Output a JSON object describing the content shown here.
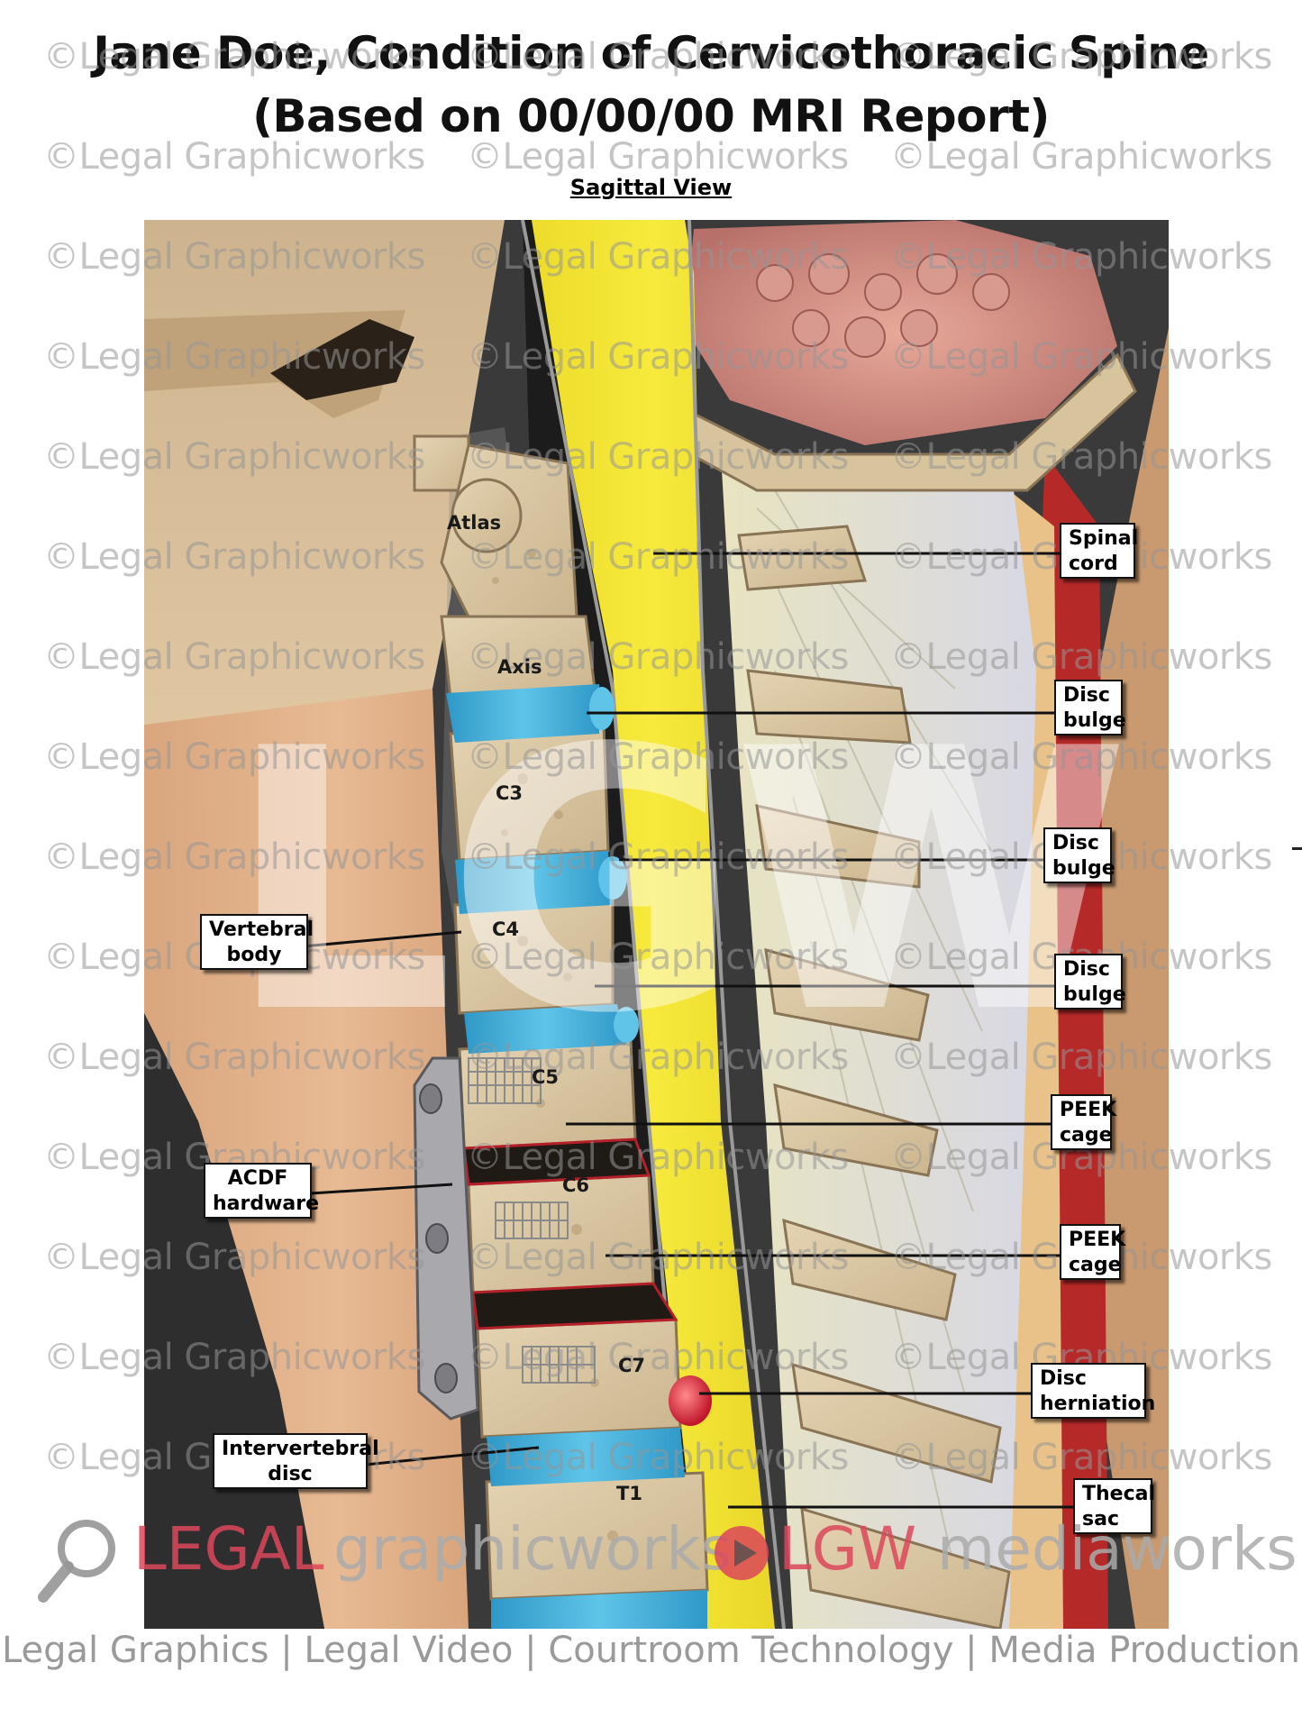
{
  "title_line1": "Jane Doe, Condition of Cervicothoracic Spine",
  "title_line2": "(Based on 00/00/00 MRI Report)",
  "subtitle": "Sagittal View",
  "watermark": "©Legal Graphicworks",
  "center_mark": "LGW",
  "vertebra_labels": {
    "atlas": "Atlas",
    "axis": "Axis",
    "c3": "C3",
    "c4": "C4",
    "c5": "C5",
    "c6": "C6",
    "c7": "C7",
    "t1": "T1"
  },
  "callouts": {
    "spinal_cord": [
      "Spinal",
      "cord"
    ],
    "disc_bulge_1": [
      "Disc",
      "bulge"
    ],
    "disc_bulge_2": [
      "Disc",
      "bulge"
    ],
    "disc_bulge_3": [
      "Disc",
      "bulge"
    ],
    "peek_cage_1": [
      "PEEK",
      "cage"
    ],
    "peek_cage_2": [
      "PEEK",
      "cage"
    ],
    "disc_herniation": [
      "Disc",
      "herniation"
    ],
    "thecal_sac": [
      "Thecal",
      "sac"
    ],
    "vertebral_body": [
      "Vertebral",
      "body"
    ],
    "acdf_hardware": [
      "ACDF",
      "hardware"
    ],
    "intervertebral_disc": [
      "Intervertebral",
      "disc"
    ]
  },
  "branding": {
    "legal": "LEGAL",
    "graphicworks": "graphicworks",
    "lgw": "LGW",
    "mediaworks": "mediaworks"
  },
  "footer": "Legal Graphics | Legal Video | Courtroom Technology | Media Production",
  "colors": {
    "spinal_cord": "#f2e230",
    "disc": "#3aaed8",
    "skin": "#e0b088",
    "background": "#3c3c3c",
    "herniation": "#e0303a",
    "frame": "#111111"
  }
}
